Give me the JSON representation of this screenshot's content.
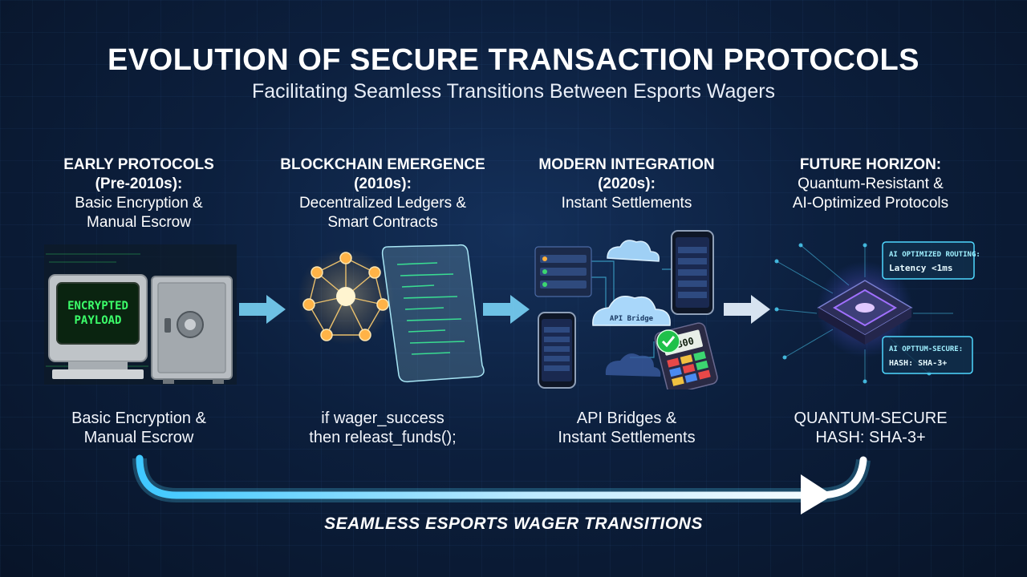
{
  "title": "EVOLUTION OF SECURE TRANSACTION PROTOCOLS",
  "subtitle": "Facilitating Seamless Transitions Between Esports Wagers",
  "stages": [
    {
      "heading_lines": [
        "EARLY PROTOCOLS",
        "(Pre-2010s):"
      ],
      "desc_lines": [
        "Basic Encryption &",
        "Manual Escrow"
      ],
      "screen_lines": [
        "ENCRYPTED",
        "PAYLOAD"
      ],
      "footer_lines": [
        "Basic Encryption &",
        "Manual Escrow"
      ]
    },
    {
      "heading_lines": [
        "BLOCKCHAIN EMERGENCE",
        "(2010s):"
      ],
      "desc_lines": [
        "Decentralized Ledgers &",
        "Smart Contracts"
      ],
      "footer_lines": [
        "if wager_success",
        "then releast_funds();"
      ]
    },
    {
      "heading_lines": [
        "MODERN INTEGRATION",
        "(2020s):"
      ],
      "desc_lines": [
        "Instant Settlements"
      ],
      "cloud_label": "API Bridge",
      "pos_amount": "$300",
      "footer_lines": [
        "API Bridges &",
        "Instant Settlements"
      ]
    },
    {
      "heading_lines": [
        "FUTURE HORIZON:"
      ],
      "desc_lines": [
        "Quantum-Resistant &",
        "AI-Optimized Protocols"
      ],
      "panel_top": [
        "AI OPTIMIZED ROUTING:",
        "Latency <1ms"
      ],
      "panel_bottom": [
        "AI OPTTUM-SECURE:",
        "HASH: SHA-3+"
      ],
      "footer_lines": [
        "QUANTUM-SECURE",
        "HASH: SHA-3+"
      ]
    }
  ],
  "flow_label": "SEAMLESS ESPORTS WAGER TRANSITIONS",
  "colors": {
    "background": "#0c1f3d",
    "accent_cyan": "#4fd8ff",
    "terminal_green": "#3cff6a"
  }
}
